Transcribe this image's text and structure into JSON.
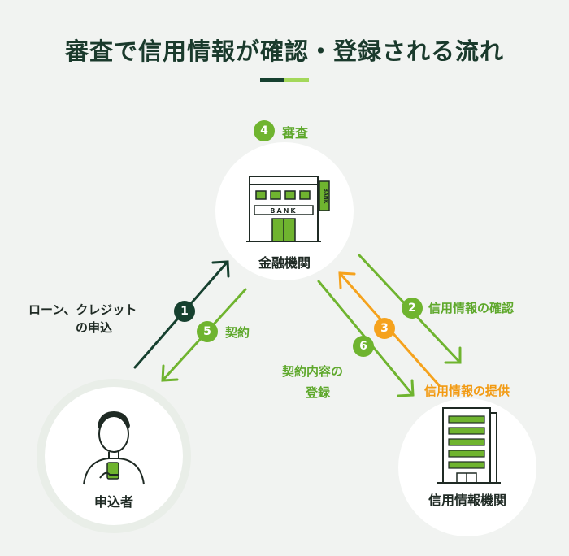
{
  "title": "審査で信用情報が確認・登録される流れ",
  "nodes": {
    "bank": {
      "label": "金融機関",
      "sign_text": "BANK",
      "tag_text": "BANK"
    },
    "applicant": {
      "label": "申込者"
    },
    "credit_agency": {
      "label": "信用情報機関"
    }
  },
  "steps": [
    {
      "number": "1",
      "label_line1": "ローン、クレジット",
      "label_line2": "の申込"
    },
    {
      "number": "2",
      "label": "信用情報の確認"
    },
    {
      "number": "3",
      "label": "信用情報の提供"
    },
    {
      "number": "4",
      "label": "審査"
    },
    {
      "number": "5",
      "label": "契約"
    },
    {
      "number": "6",
      "label_line1": "契約内容の",
      "label_line2": "登録"
    }
  ],
  "colors": {
    "dark": "#16402f",
    "green": "#6fb42f",
    "orange": "#f5a21d"
  }
}
